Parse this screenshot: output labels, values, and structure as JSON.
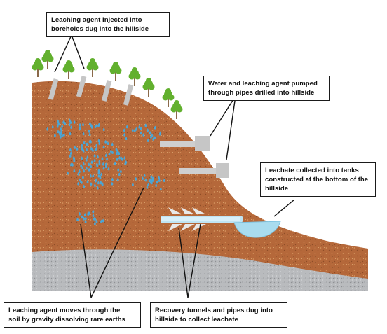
{
  "labels": {
    "injected": {
      "line1": "Leaching agent injected into",
      "line2": "boreholes dug into the hillside"
    },
    "pumped": {
      "line1": "Water and leaching agent pumped",
      "line2": "through pipes drilled into hillside"
    },
    "collected": {
      "line1": "Leachate collected into tanks",
      "line2": "constructed at the bottom of the",
      "line3": "hillside"
    },
    "moves": {
      "line1": "Leaching agent moves through the",
      "line2": "soil by gravity dissolving rare earths"
    },
    "recovery": {
      "line1": "Recovery tunnels and pipes dug into",
      "line2": "hillside to collect leachate"
    }
  },
  "colors": {
    "soil": "#b5683a",
    "bedrock": "#b9bbbe",
    "leaching_agent": "#4aa6d6",
    "pipe": "#c8c8c8",
    "leachate": "#a9dcef",
    "tree_foliage": "#62b02e",
    "tree_trunk": "#8a6a4a"
  }
}
